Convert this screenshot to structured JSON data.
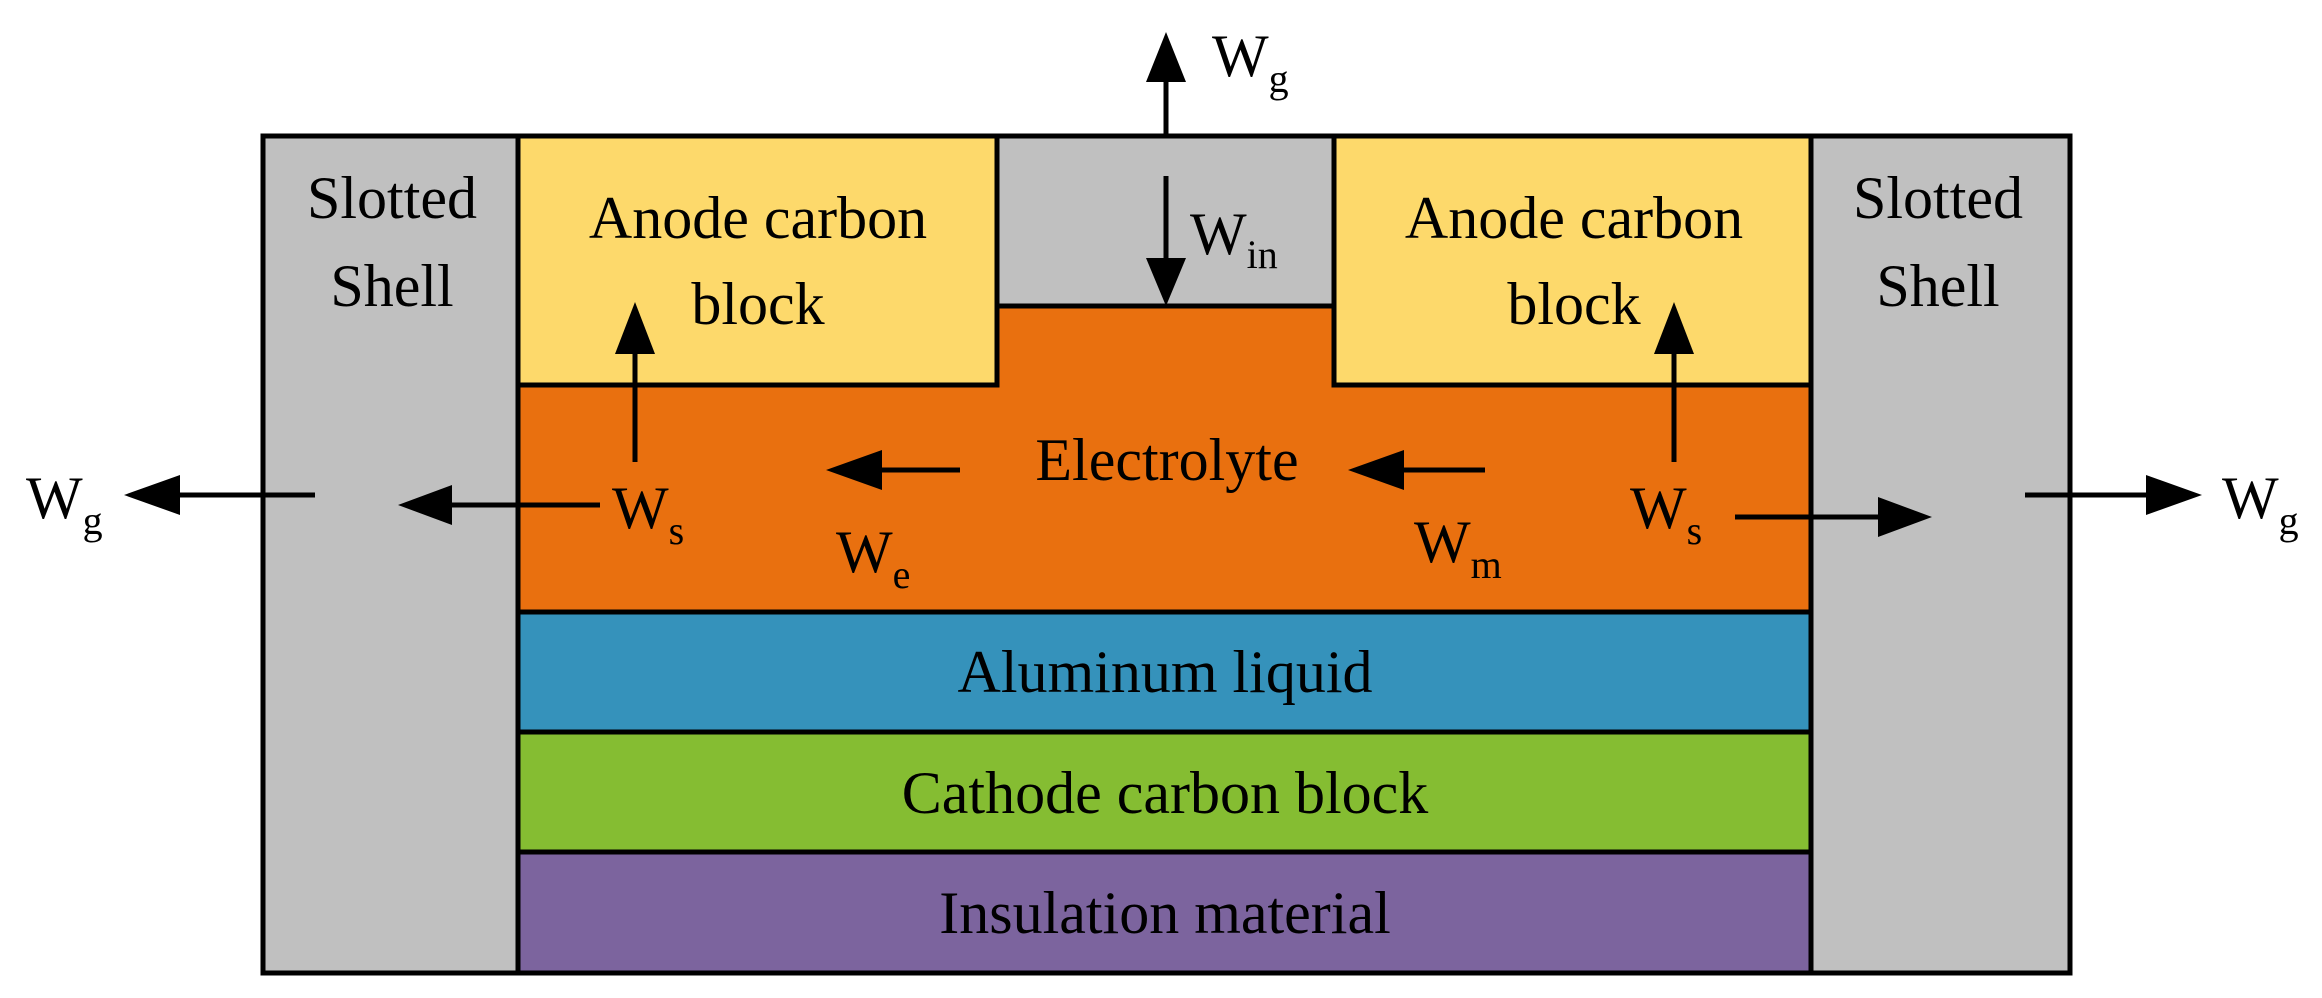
{
  "colors": {
    "shell": "#c0c0c0",
    "anode": "#fdd96b",
    "electrolyte": "#e9700f",
    "aluminum": "#3592bb",
    "cathode": "#85bd32",
    "insulation": "#7c649e",
    "gap": "#c0c0c0",
    "stroke": "#000000"
  },
  "labels": {
    "shell_left_line1": "Slotted",
    "shell_left_line2": "Shell",
    "shell_right_line1": "Slotted",
    "shell_right_line2": "Shell",
    "anode_left_line1": "Anode carbon",
    "anode_left_line2": "block",
    "anode_right_line1": "Anode carbon",
    "anode_right_line2": "block",
    "electrolyte": "Electrolyte",
    "aluminum": "Aluminum liquid",
    "cathode": "Cathode carbon block",
    "insulation": "Insulation material"
  },
  "symbols": {
    "letter": "W",
    "g": "g",
    "in": "in",
    "s": "s",
    "e": "e",
    "m": "m"
  },
  "icons": [
    "arrow-up-icon",
    "arrow-down-icon",
    "arrow-left-icon",
    "arrow-right-icon"
  ]
}
